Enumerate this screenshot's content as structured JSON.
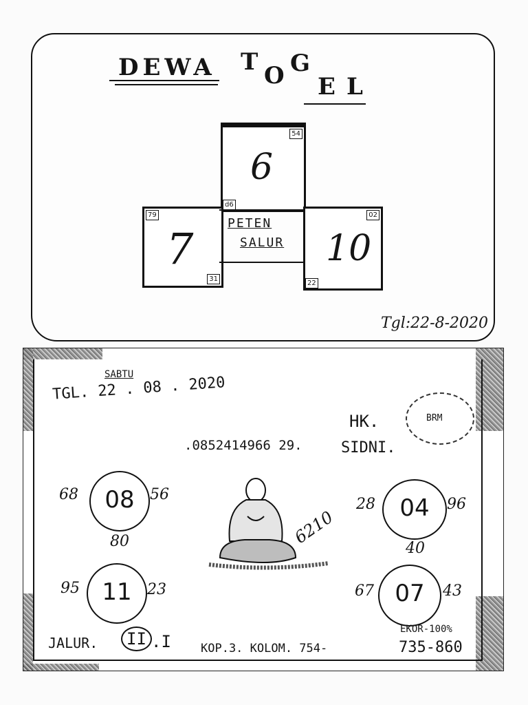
{
  "top_card": {
    "title_words": [
      "DEWA",
      "T",
      "O",
      "G",
      "E",
      "L"
    ],
    "center_label_line1": "PETEN",
    "center_label_line2": "SALUR",
    "boxes": {
      "top": {
        "main": "6",
        "corner_top_right": "54",
        "corner_bottom_left": "d6"
      },
      "left": {
        "main": "7",
        "corner_top_left": "79",
        "corner_bottom_right": "31"
      },
      "right": {
        "main": "10",
        "corner_top_right": "02",
        "corner_bottom_left": "22"
      }
    },
    "date": "Tgl:22-8-2020"
  },
  "bottom_card": {
    "day": "SABTU",
    "tgl_line": "TGL. 22 . 08 . 2020",
    "markets": "HK.",
    "market2": "SIDNI.",
    "phone_line": ".0852414966 29.",
    "stamp": "BRM",
    "circles": [
      {
        "main": "08",
        "left": "68",
        "right": "56",
        "below": "80"
      },
      {
        "main": "04",
        "left": "28",
        "right": "96",
        "below": "40"
      },
      {
        "main": "11",
        "left": "95",
        "right": "23"
      },
      {
        "main": "07",
        "left": "67",
        "right": "43"
      }
    ],
    "monk_numbers": "6210",
    "jalur_label": "JALUR.",
    "jalur_circled": "II",
    "jalur_suffix": ".I",
    "kop_line": "KOP.3. KOLOM. 754-",
    "ekor_line": "EKOR-100%",
    "bottom_right": "735-860"
  }
}
